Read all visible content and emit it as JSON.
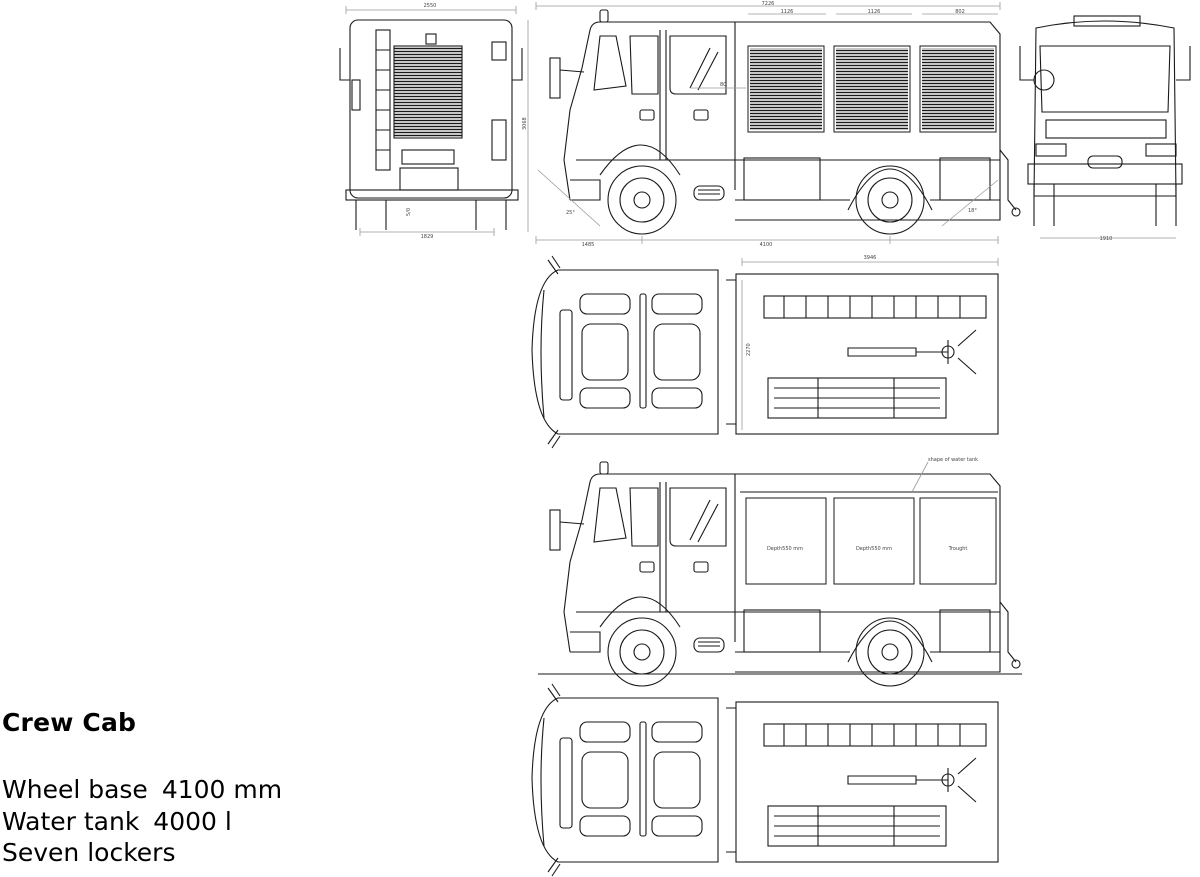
{
  "specs": {
    "title": "Crew Cab",
    "lines": [
      {
        "label": "Wheel base",
        "value": "4100 mm"
      },
      {
        "label": "Water tank",
        "value": "4000 l"
      },
      {
        "label": "Seven lockers",
        "value": ""
      }
    ]
  },
  "dimensions": {
    "rear_width": "2550",
    "rear_track": "1829",
    "rear_step": "5/0",
    "overall_length": "7226",
    "locker_1_width": "1126",
    "locker_2_width": "1126",
    "locker_3_width": "802",
    "overall_height": "3068",
    "front_overhang": "1485",
    "wheelbase": "4100",
    "approach_angle": "25°",
    "departure_angle": "18°",
    "side_offset": "80",
    "front_track": "1910",
    "body_length": "3946",
    "body_width": "2270"
  },
  "labels": {
    "shape_of_water_tank": "shape of water tank",
    "locker_depth_1": "Depth550 mm",
    "locker_depth_2": "Depth550 mm",
    "locker_3": "Trought"
  },
  "colors": {
    "line": "#1a1a1a",
    "dimension_line": "#9a9a9a",
    "background": "#ffffff"
  }
}
